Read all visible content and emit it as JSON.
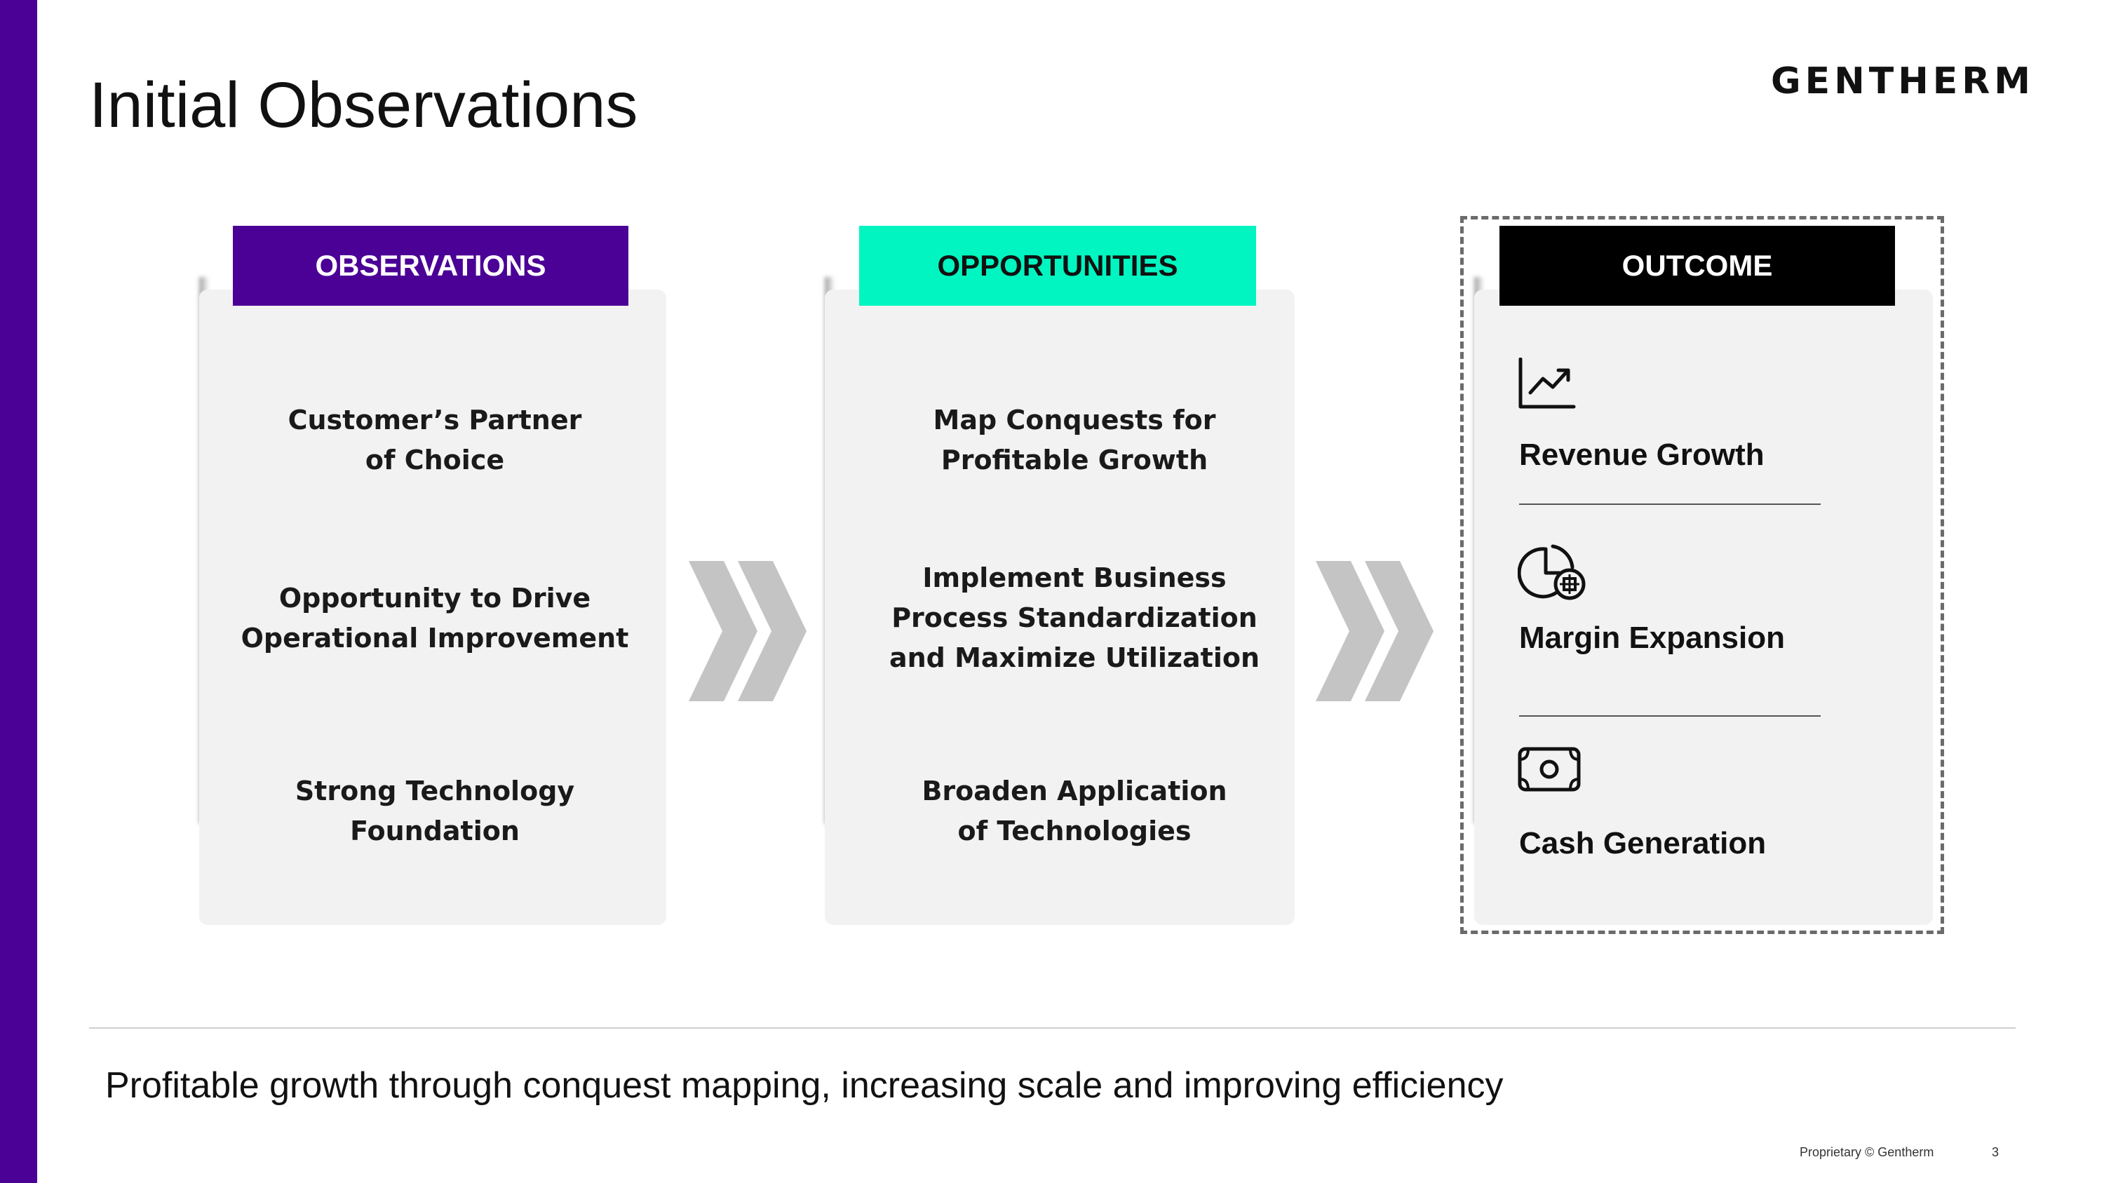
{
  "slide": {
    "title": "Initial Observations",
    "logo": "GENTHERM",
    "tagline": "Profitable growth through conquest mapping, increasing scale and improving efficiency",
    "footer": "Proprietary © Gentherm",
    "page_number": "3"
  },
  "colors": {
    "brand_purple": "#4b0096",
    "accent_teal": "#00f5c0",
    "outcome_black": "#000000",
    "card_gray": "#f2f2f2",
    "chevron_gray": "#c4c4c4"
  },
  "observations": {
    "header": "OBSERVATIONS",
    "items": [
      {
        "line1": "Customer’s Partner",
        "line2": "of Choice"
      },
      {
        "line1": "Opportunity to Drive",
        "line2": "Operational Improvement"
      },
      {
        "line1": "Strong Technology",
        "line2": "Foundation"
      }
    ]
  },
  "opportunities": {
    "header": "OPPORTUNITIES",
    "items": [
      {
        "line1": "Map Conquests for",
        "line2": "Profitable Growth"
      },
      {
        "line1": "Implement Business",
        "line2": "Process Standardization",
        "line3": "and Maximize Utilization"
      },
      {
        "line1": "Broaden Application",
        "line2": "of Technologies"
      }
    ]
  },
  "outcome": {
    "header": "OUTCOME",
    "items": [
      {
        "label": "Revenue Growth",
        "icon": "trending-chart-icon"
      },
      {
        "label": "Margin Expansion",
        "icon": "pie-chart-gear-icon"
      },
      {
        "label": "Cash Generation",
        "icon": "banknote-icon"
      }
    ]
  }
}
